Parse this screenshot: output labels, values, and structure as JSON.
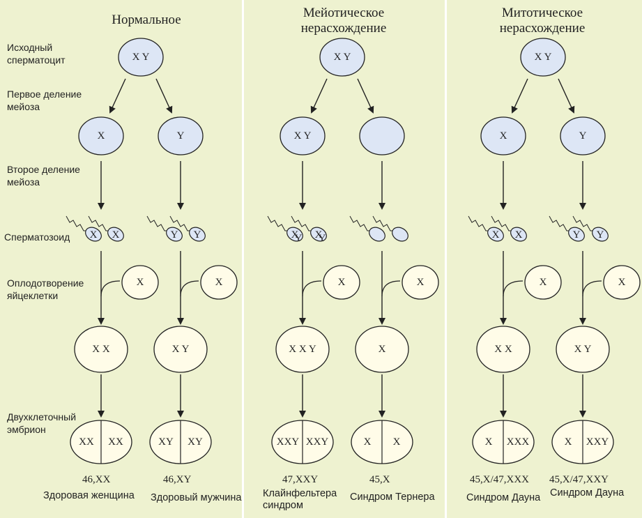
{
  "columns": [
    {
      "title": "Нормальное",
      "start": "X Y",
      "meiosis1": [
        "X",
        "Y"
      ],
      "sperm": [
        [
          "X",
          "X"
        ],
        [
          "Y",
          "Y"
        ]
      ],
      "egg": [
        "X",
        "X"
      ],
      "zygote": [
        "X X",
        "X Y"
      ],
      "embryo": [
        [
          "XX",
          "XX"
        ],
        [
          "XY",
          "XY"
        ]
      ],
      "karyotype": [
        "46,XX",
        "46,XY"
      ],
      "outcome": [
        "Здоровая женщина",
        "Здоровый мужчина"
      ]
    },
    {
      "title": "Мейотическое\nнерасхождение",
      "start": "X Y",
      "meiosis1": [
        "X Y",
        ""
      ],
      "sperm": [
        [
          "X",
          "Y",
          "X",
          "Y"
        ],
        []
      ],
      "egg": [
        "X",
        "X"
      ],
      "zygote": [
        "X X Y",
        "X"
      ],
      "embryo": [
        [
          "XXY",
          "XXY"
        ],
        [
          "X",
          "X"
        ]
      ],
      "karyotype": [
        "47,XXY",
        "45,X"
      ],
      "outcome": [
        "Клайнфельтера\nсиндром",
        "Синдром Тернера"
      ]
    },
    {
      "title": "Митотическое\nнерасхождение",
      "start": "X Y",
      "meiosis1": [
        "X",
        "Y"
      ],
      "sperm": [
        [
          "X",
          "X"
        ],
        [
          "Y",
          "Y"
        ]
      ],
      "egg": [
        "X",
        "X"
      ],
      "zygote": [
        "X X",
        "X Y"
      ],
      "embryo": [
        [
          "X",
          "XXX"
        ],
        [
          "X",
          "XXY"
        ]
      ],
      "karyotype": [
        "45,X/47,XXX",
        "45,X/47,XXY"
      ],
      "outcome": [
        "Синдром Дауна",
        "Синдром Дауна"
      ]
    }
  ],
  "stages": {
    "initial": "Исходный\nсперматоцит",
    "meiosis1": "Первое деление\nмейоза",
    "meiosis2": "Второе деление\nмейоза",
    "sperm": "Сперматозоид",
    "fertilization": "Оплодотворение\nяйцеклетки",
    "embryo": "Двухклеточный\nэмбрион"
  },
  "colors": {
    "panel": "#eef2d0",
    "blue_cell": "#dde6f5",
    "cream_cell": "#fffce8",
    "stroke": "#222222"
  }
}
